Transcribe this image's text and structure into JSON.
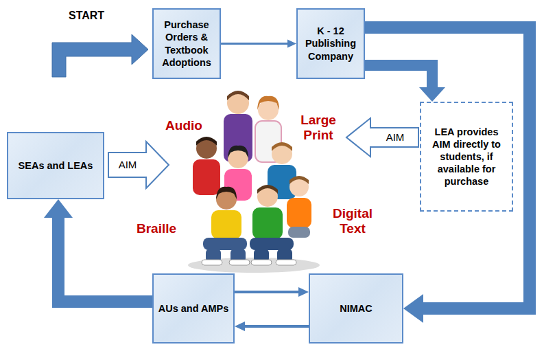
{
  "diagram": {
    "nodes": [
      {
        "text": [
          "Purchase Orders & Textbook Adoptions"
        ]
      },
      {
        "text": [
          "K - 12 Publishing Company"
        ]
      },
      {
        "text": [
          "SEAs and LEAs"
        ]
      },
      {
        "text": [
          "LEA provides AIM directly to students, if available for purchase"
        ]
      },
      {
        "text": [
          "AUs and AMPs"
        ]
      },
      {
        "text": [
          "NIMAC"
        ]
      }
    ],
    "edges": [
      {
        "from": 0,
        "to": 1,
        "arrow": "to"
      },
      {
        "from": 1,
        "to": 3,
        "arrow": "to"
      },
      {
        "from": 1,
        "to": 5,
        "arrow": "to"
      },
      {
        "from": 4,
        "to": 5,
        "arrow": "to"
      },
      {
        "from": 5,
        "to": 4,
        "arrow": "to"
      },
      {
        "from": 4,
        "to": 2,
        "arrow": "to"
      }
    ],
    "labels": [
      "START",
      "AIM",
      "AIM",
      "Audio",
      "Large Print",
      "Braille",
      "Digital Text"
    ]
  }
}
